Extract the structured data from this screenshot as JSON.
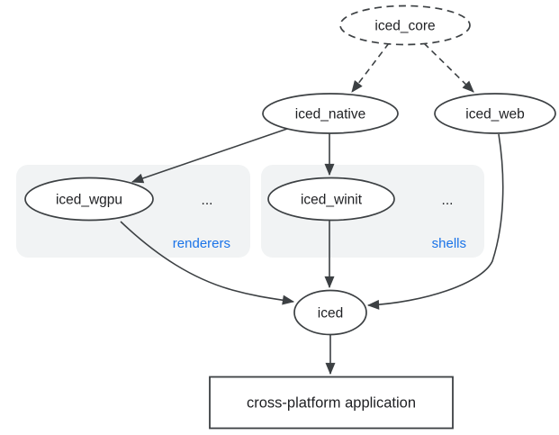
{
  "diagram": {
    "nodes": {
      "core": {
        "label": "iced_core"
      },
      "native": {
        "label": "iced_native"
      },
      "web": {
        "label": "iced_web"
      },
      "wgpu": {
        "label": "iced_wgpu"
      },
      "winit": {
        "label": "iced_winit"
      },
      "iced": {
        "label": "iced"
      },
      "app": {
        "label": "cross-platform application"
      }
    },
    "groups": {
      "renderers": {
        "label": "renderers",
        "ellipsis": "..."
      },
      "shells": {
        "label": "shells",
        "ellipsis": "..."
      }
    },
    "edges": [
      {
        "from": "iced_core",
        "to": "iced_native",
        "style": "dashed"
      },
      {
        "from": "iced_core",
        "to": "iced_web",
        "style": "dashed"
      },
      {
        "from": "iced_native",
        "to": "iced_wgpu",
        "style": "solid"
      },
      {
        "from": "iced_native",
        "to": "iced_winit",
        "style": "solid"
      },
      {
        "from": "iced_wgpu",
        "to": "iced",
        "style": "solid"
      },
      {
        "from": "iced_winit",
        "to": "iced",
        "style": "solid"
      },
      {
        "from": "iced_web",
        "to": "iced",
        "style": "solid"
      },
      {
        "from": "iced",
        "to": "cross-platform application",
        "style": "solid"
      }
    ],
    "colors": {
      "line": "#3c4043",
      "text": "#202124",
      "group_fill": "#f1f3f4",
      "group_label": "#1a73e8",
      "node_fill": "#ffffff",
      "background": "#ffffff"
    }
  }
}
